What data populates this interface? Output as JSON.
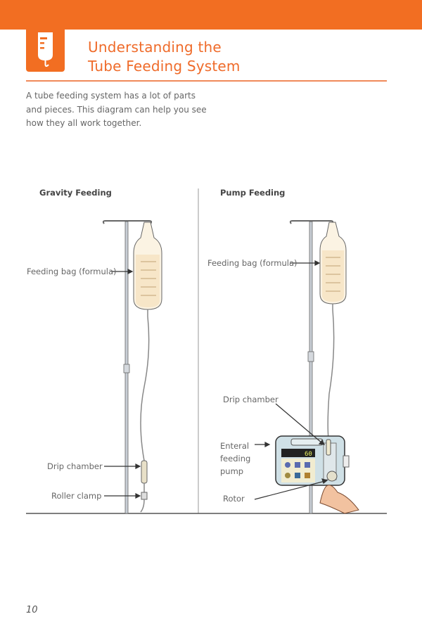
{
  "header": {
    "title_line1": "Understanding the",
    "title_line2": "Tube Feeding System",
    "icon": "feeding-bag-icon"
  },
  "intro": "A tube feeding system has a lot of parts and pieces. This diagram can help you see how they all work together.",
  "gravity": {
    "heading": "Gravity Feeding",
    "labels": {
      "bag": "Feeding bag (formula)",
      "drip": "Drip chamber",
      "clamp": "Roller clamp"
    }
  },
  "pump": {
    "heading": "Pump Feeding",
    "labels": {
      "bag": "Feeding bag (formula)",
      "drip": "Drip chamber",
      "pump": "Enteral feeding pump",
      "rotor": "Rotor"
    },
    "display": "60"
  },
  "colors": {
    "accent": "#f26e22"
  },
  "page_number": "10"
}
